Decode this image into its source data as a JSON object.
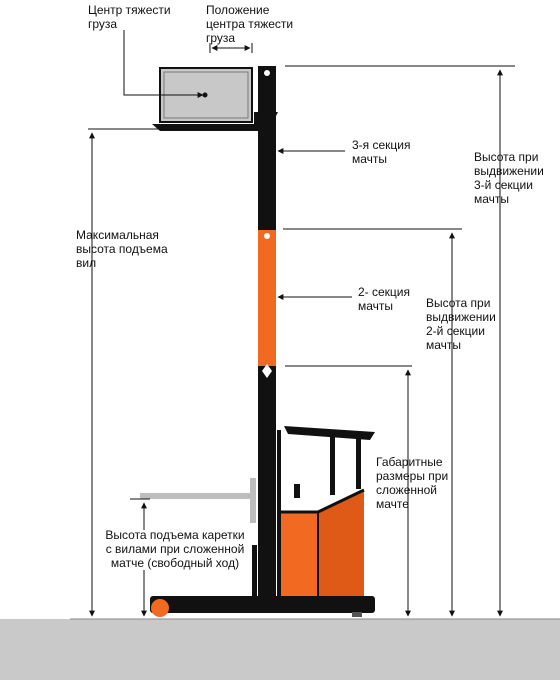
{
  "labels": {
    "load_center": "Центр тяжести\nгруза",
    "load_center_position": "Положение\nцентра тяжести\nгруза",
    "mast_section_3": "3-я секция\nмачты",
    "mast_section_2": "2- секция\nмачты",
    "max_fork_height": "Максимальная\nвысота подъема\nвил",
    "height_section_3_extended": "Высота при\nвыдвижении\n3-й секции\nмачты",
    "height_section_2_extended": "Высота при\nвыдвижении\n2-й секции\nмачты",
    "collapsed_mast_dimensions": "Габаритные\nразмеры при\nсложенной\nмачте",
    "free_lift_height": "Высота подъема каретки\nс вилами при сложенной\nматче (свободный ход)"
  },
  "colors": {
    "mast": "#111111",
    "mast_section_2": "#f26a21",
    "body": "#f26a21",
    "body_shade": "#e05a17",
    "ground": "#c9c9c9",
    "load": "#c8c8c8",
    "dim_line": "#111111"
  }
}
